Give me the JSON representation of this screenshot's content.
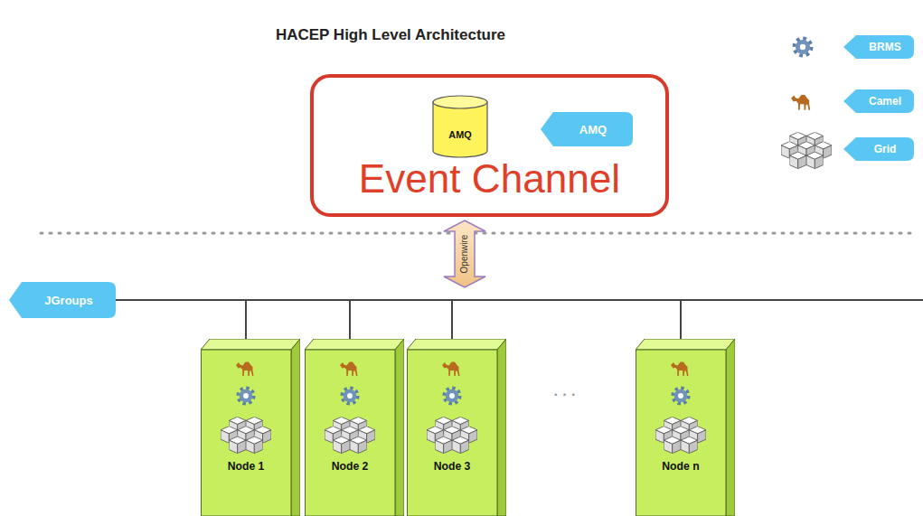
{
  "diagram": {
    "title": "HACEP High Level Architecture",
    "nodes": [
      {
        "text": [
          "Event Channel"
        ]
      },
      {
        "text": [
          "AMQ"
        ],
        "in": 0
      },
      {
        "text": [
          "AMQ"
        ],
        "in": 0
      },
      {
        "text": [
          "JGroups"
        ]
      },
      {
        "text": [
          "Node 1"
        ]
      },
      {
        "text": [
          "Node 2"
        ]
      },
      {
        "text": [
          "Node 3"
        ]
      },
      {
        "text": [
          "Node n"
        ]
      }
    ],
    "edges": [
      {
        "from": 3,
        "to": 4,
        "arrow": "none"
      },
      {
        "from": 3,
        "to": 5,
        "arrow": "none"
      },
      {
        "from": 3,
        "to": 6,
        "arrow": "none"
      },
      {
        "from": 3,
        "to": 7,
        "arrow": "none"
      }
    ],
    "labels": [
      "Openwire",
      "· · ·"
    ],
    "legend": [
      {
        "text": "BRMS"
      },
      {
        "text": "Camel"
      },
      {
        "text": "Grid"
      }
    ]
  }
}
